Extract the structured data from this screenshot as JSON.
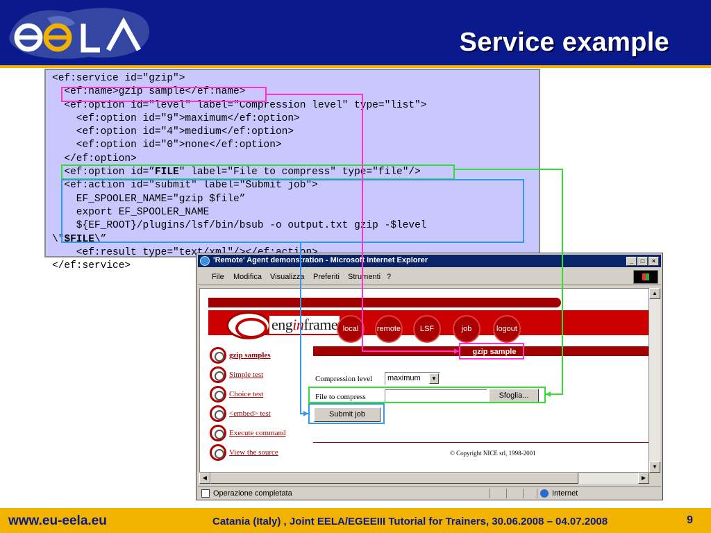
{
  "slide": {
    "title": "Service example",
    "footer": {
      "url": "www.eu-eela.eu",
      "event": "Catania (Italy) , Joint EELA/EGEEIII Tutorial for Trainers, 30.06.2008 – 04.07.2008",
      "page_number": "9"
    }
  },
  "code": {
    "lines": {
      "l1": "<ef:service id=\"gzip\">",
      "l2": "  <ef:name>gzip sample</ef:name>",
      "l3": "  <ef:option id=\"level\" label=\"Compression level\" type=\"list\">",
      "l4": "    <ef:option id=\"9\">maximum</ef:option>",
      "l5": "    <ef:option id=\"4\">medium</ef:option>",
      "l6": "    <ef:option id=\"0\">none</ef:option>",
      "l7": "  </ef:option>",
      "l8a": "  <ef:option id=”",
      "l8b": "FILE",
      "l8c": "\" label=\"File to compress\" type=\"file\"/>",
      "l9": "  <ef:action id=\"submit\" label=\"Submit job\">",
      "l10": "    EF_SPOOLER_NAME=\"gzip $file”",
      "l11": "    export EF_SPOOLER_NAME",
      "l12": "    ${EF_ROOT}/plugins/lsf/bin/bsub -o output.txt gzip -$level",
      "l13a": "\\\"",
      "l13b": "$FILE",
      "l13c": "\\”",
      "l14": "    <ef:result type=\"text/xml\"/></ef:action>",
      "l15": "</ef:service>"
    }
  },
  "browser": {
    "title": "'Remote' Agent demonstration - Microsoft Internet Explorer",
    "menu": [
      "File",
      "Modifica",
      "Visualizza",
      "Preferiti",
      "Strumenti",
      "?"
    ],
    "status": "Operazione completata",
    "zone": "Internet"
  },
  "enginframe": {
    "brand_pre": "eng",
    "brand_mid": "in",
    "brand_post": "frame",
    "nav": [
      "local",
      "remote",
      "LSF",
      "job",
      "logout"
    ],
    "section_title": "gzip sample",
    "sidebar": [
      "gzip samples",
      "Simple test",
      "Choice test",
      "<embed> test",
      "Execute command",
      "View the source"
    ],
    "form": {
      "level_label": "Compression level",
      "level_value": "maximum",
      "file_label": "File to compress",
      "browse_button": "Sfoglia...",
      "submit_button": "Submit job"
    },
    "copyright": "© Copyright NICE srl, 1998-2001"
  },
  "colors": {
    "header_blue": "#0a1a8c",
    "footer_gold": "#f2b300",
    "code_bg": "#c8c8ff",
    "highlight_magenta": "#ff33cc",
    "highlight_green": "#33dd33",
    "highlight_blue": "#3399ee",
    "enginframe_red": "#cc0000"
  }
}
